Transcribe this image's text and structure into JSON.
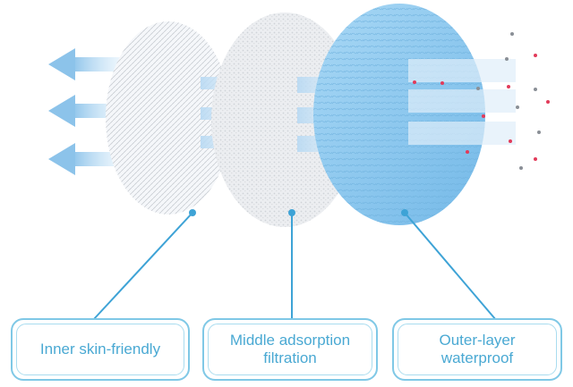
{
  "layers": [
    {
      "id": "inner",
      "label": "Inner skin-friendly",
      "fill": "#f5f7fa"
    },
    {
      "id": "middle",
      "label": "Middle adsorption\nfiltration",
      "fill": "#eceef1"
    },
    {
      "id": "outer",
      "label": "Outer-layer\nwaterproof",
      "fill": "#8ec9ee"
    }
  ],
  "colors": {
    "accent": "#4aa9d3",
    "box_border": "#7fc8e6",
    "arrow": "#a9d3f0",
    "connector": "#3ea3d6",
    "particle_red": "#e23b5a",
    "particle_gray": "#8a8f96"
  },
  "icons": [
    "airflow-arrow-icon",
    "particle-icon"
  ]
}
